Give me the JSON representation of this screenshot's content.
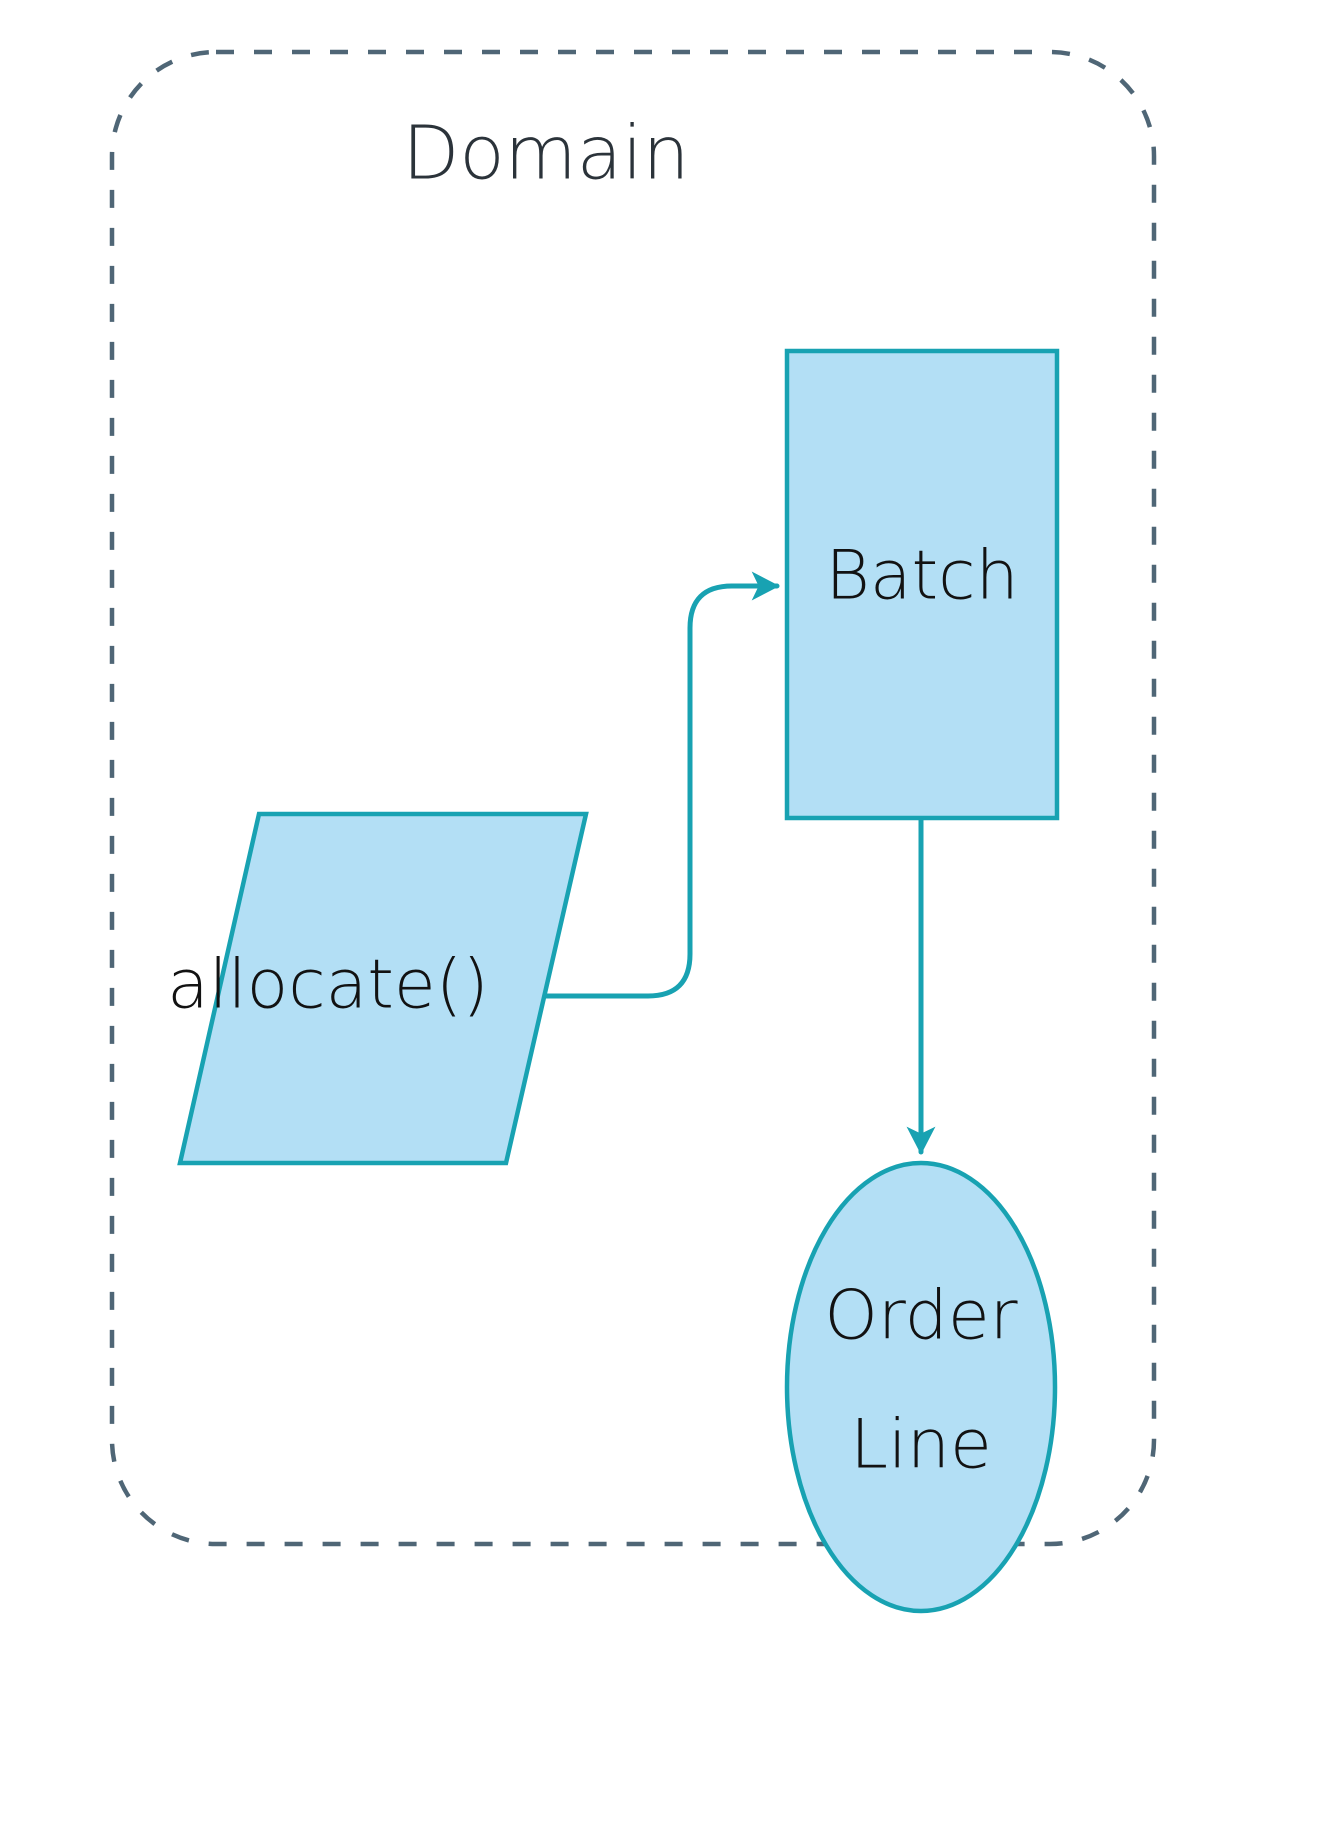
{
  "diagram": {
    "title": "Domain",
    "type": "boundary-diagram",
    "colors": {
      "node_fill": "#b3dff5",
      "node_stroke": "#18a2b2",
      "connector": "#18a2b2",
      "boundary_stroke": "#4f6676",
      "title_text": "#2b333a",
      "node_text": "#121212",
      "background": "#ffffff"
    },
    "boundary": {
      "label": "Domain",
      "style": "dashed",
      "shape": "rounded-rectangle"
    },
    "nodes": [
      {
        "id": "batch",
        "label": "Batch",
        "shape": "rectangle",
        "role": "entity"
      },
      {
        "id": "allocate",
        "label": "allocate()",
        "shape": "parallelogram",
        "role": "service-function"
      },
      {
        "id": "order-line",
        "label_line_1": "Order",
        "label_line_2": "Line",
        "shape": "ellipse",
        "role": "value-object"
      }
    ],
    "edges": [
      {
        "id": "allocate-to-batch",
        "from": "allocate",
        "to": "batch",
        "style": "elbow",
        "arrow": "end"
      },
      {
        "id": "batch-to-order-line",
        "from": "batch",
        "to": "order-line",
        "style": "straight",
        "arrow": "end"
      }
    ]
  }
}
